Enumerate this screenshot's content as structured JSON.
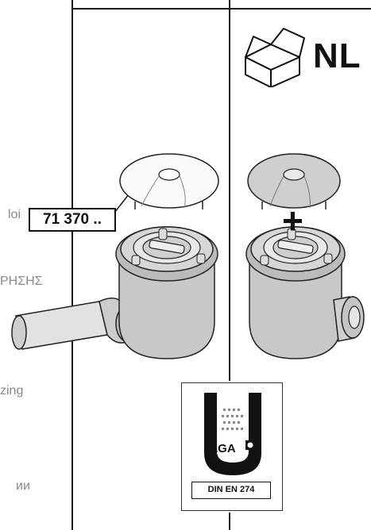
{
  "side_texts": [
    "loi",
    "ΡΗΣΗΣ",
    "zing",
    "ии"
  ],
  "part_number": "71 370 ..",
  "language_code": "NL",
  "plus_symbol": "+",
  "certification": {
    "lga_mark": "LGA",
    "standard": "DIN EN 274"
  },
  "colors": {
    "line": "#1a1a1a",
    "part_gray": "#c8c8c8",
    "part_light": "#e4e4e4",
    "side_text": "#8a8a8a"
  }
}
